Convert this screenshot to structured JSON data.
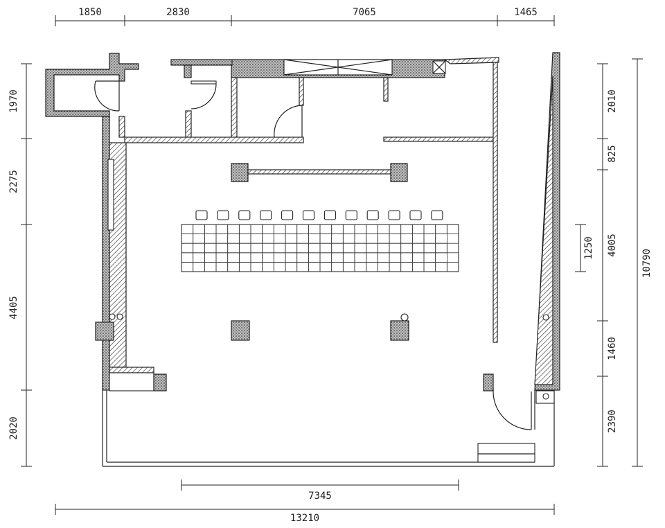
{
  "dimensions": {
    "top": [
      "1850",
      "2830",
      "7065",
      "1465"
    ],
    "left": [
      "1970",
      "2275",
      "4405",
      "2020"
    ],
    "right_inner": [
      "2010",
      "825",
      "4005",
      "1460",
      "2390"
    ],
    "right_total": "10790",
    "inner_vertical": "1250",
    "bottom_inner": "7345",
    "bottom_total": "13210"
  },
  "table": {
    "rows": 5,
    "cols": 12,
    "chairs": 12
  }
}
